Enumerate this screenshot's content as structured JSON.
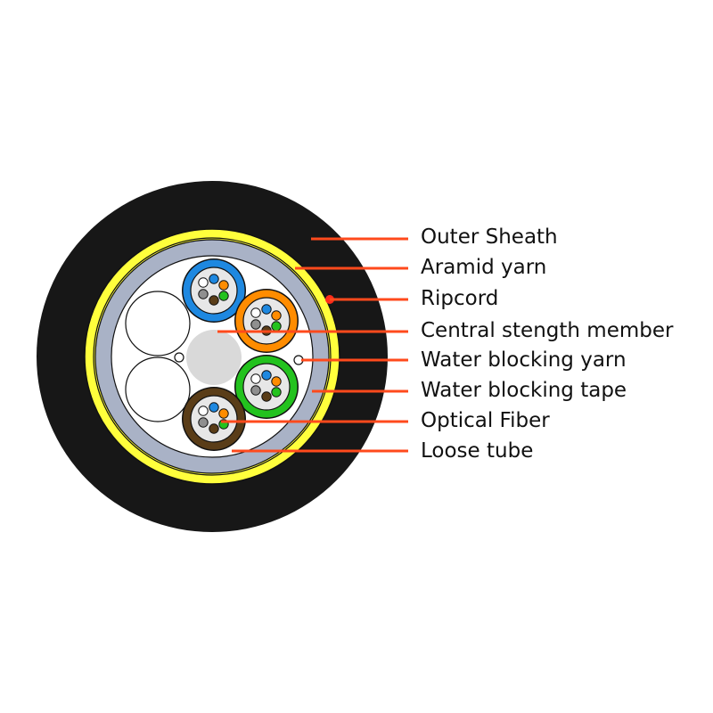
{
  "labels": {
    "outer_sheath": "Outer Sheath",
    "aramid_yarn": "Aramid yarn",
    "ripcord": "Ripcord",
    "central_strength_member": "Central stength member",
    "water_blocking_yarn": "Water blocking yarn",
    "water_blocking_tape": "Water blocking tape",
    "optical_fiber": "Optical Fiber",
    "loose_tube": "Loose tube"
  },
  "colors": {
    "sheath": "#171717",
    "aramid": "#ffff3c",
    "tape": "#a9b2c6",
    "leader": "#ff4a1c",
    "tube_blue": "#1e88e0",
    "tube_orange": "#ff8c00",
    "tube_green": "#23c21e",
    "tube_brown": "#5a3d18",
    "central": "#d9d9d9"
  }
}
